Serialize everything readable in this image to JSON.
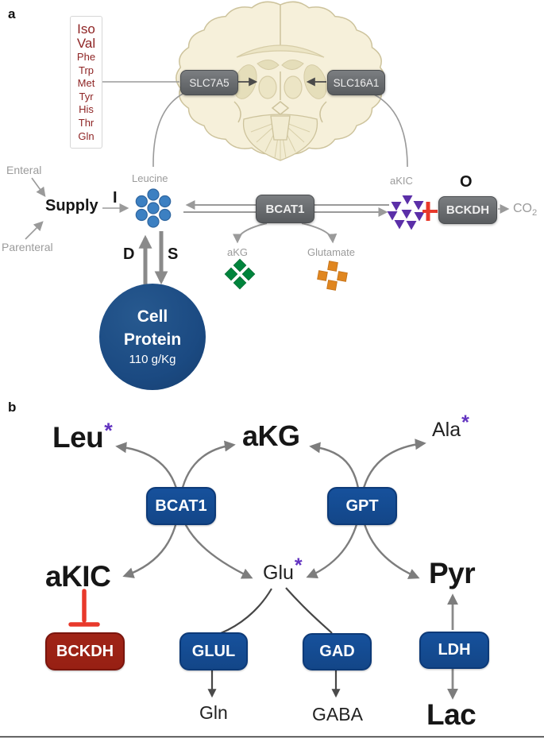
{
  "figure": {
    "panel_a": {
      "label": "a",
      "amino_acid_box": {
        "large": [
          "Iso",
          "Val"
        ],
        "small": [
          "Phe",
          "Trp",
          "Met",
          "Tyr",
          "His",
          "Thr",
          "Gln"
        ]
      },
      "transporters": {
        "slc7a5": "SLC7A5",
        "slc16a1": "SLC16A1"
      },
      "inputs": {
        "enteral": "Enteral",
        "parenteral": "Parenteral",
        "supply": "Supply"
      },
      "flux": {
        "input": "I",
        "degradation": "D",
        "synthesis": "S",
        "output": "O"
      },
      "metabolites": {
        "leucine": "Leucine",
        "akic": "aKIC",
        "akg": "aKG",
        "glutamate": "Glutamate",
        "co2_base": "CO",
        "co2_sub": "2"
      },
      "enzymes": {
        "bcat1": "BCAT1",
        "bckdh": "BCKDH"
      },
      "cell_protein": {
        "line1": "Cell",
        "line2": "Protein",
        "amount": "110 g/Kg"
      }
    },
    "panel_b": {
      "label": "b",
      "asterisk": "*",
      "metabolites": {
        "leu": "Leu",
        "akg": "aKG",
        "ala": "Ala",
        "akic": "aKIC",
        "glu": "Glu",
        "pyr": "Pyr",
        "gln": "Gln",
        "gaba": "GABA",
        "lac": "Lac"
      },
      "enzymes": {
        "bcat1": "BCAT1",
        "gpt": "GPT",
        "bckdh": "BCKDH",
        "glul": "GLUL",
        "gad": "GAD",
        "ldh": "LDH"
      }
    },
    "colors": {
      "enzyme_blue": "#16519c",
      "enzyme_blue_border": "#0d3a78",
      "enzyme_red": "#972013",
      "enzyme_red_border": "#7a150d",
      "inhibition_red": "#e8392b",
      "asterisk_purple": "#6233c0",
      "akic_triangle_purple": "#5b2fa8",
      "akg_diamond_green": "#00843c",
      "glutamate_square_orange": "#e0861f",
      "leucine_dot_blue": "#3c80c2",
      "cell_protein_blue": "#1b4a82",
      "transporter_gray": "#66696c",
      "muted_label_gray": "#9b9b9b",
      "arrow_gray": "#8a8a8a",
      "amino_acid_red": "#8e2424",
      "brain_cream": "#f6f0da"
    }
  }
}
